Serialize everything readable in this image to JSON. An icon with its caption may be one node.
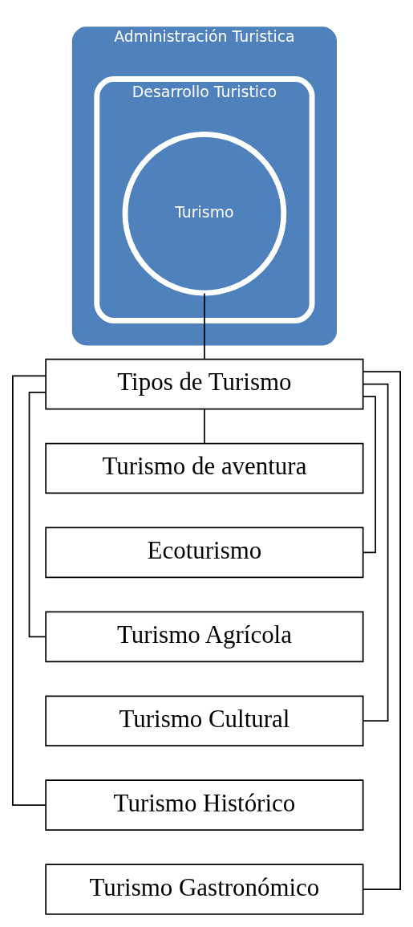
{
  "diagram": {
    "nodes": [
      {
        "text": [
          "Administración Turistica"
        ]
      },
      {
        "text": [
          "Desarrollo Turistico"
        ],
        "in": 0
      },
      {
        "text": [
          "Turismo"
        ],
        "in": 1
      },
      {
        "text": [
          "Tipos de Turismo"
        ]
      },
      {
        "text": [
          "Turismo de aventura"
        ]
      },
      {
        "text": [
          "Ecoturismo"
        ]
      },
      {
        "text": [
          "Turismo Agrícola"
        ]
      },
      {
        "text": [
          "Turismo Cultural"
        ]
      },
      {
        "text": [
          "Turismo Histórico"
        ]
      },
      {
        "text": [
          "Turismo Gastronómico"
        ]
      }
    ],
    "edges": [
      {
        "from": 2,
        "to": 3,
        "arrow": "none"
      },
      {
        "from": 3,
        "to": 4,
        "arrow": "none"
      },
      {
        "from": 3,
        "to": 5,
        "arrow": "none"
      },
      {
        "from": 3,
        "to": 6,
        "arrow": "none"
      },
      {
        "from": 3,
        "to": 7,
        "arrow": "none"
      },
      {
        "from": 3,
        "to": 8,
        "arrow": "none"
      },
      {
        "from": 3,
        "to": 9,
        "arrow": "none"
      }
    ]
  }
}
